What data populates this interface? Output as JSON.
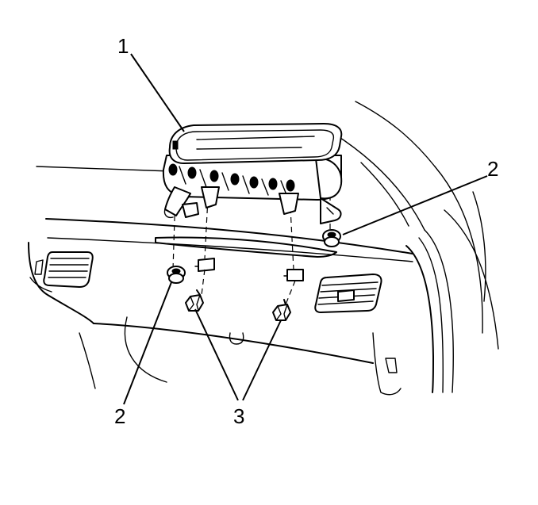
{
  "diagram": {
    "callouts": [
      {
        "id": "c1",
        "text": "1",
        "target": "instrument-panel-module"
      },
      {
        "id": "c2-right",
        "text": "2",
        "target": "nut-right"
      },
      {
        "id": "c2-left",
        "text": "2",
        "target": "nut-left"
      },
      {
        "id": "c3",
        "text": "3",
        "target": "bolts"
      }
    ]
  }
}
